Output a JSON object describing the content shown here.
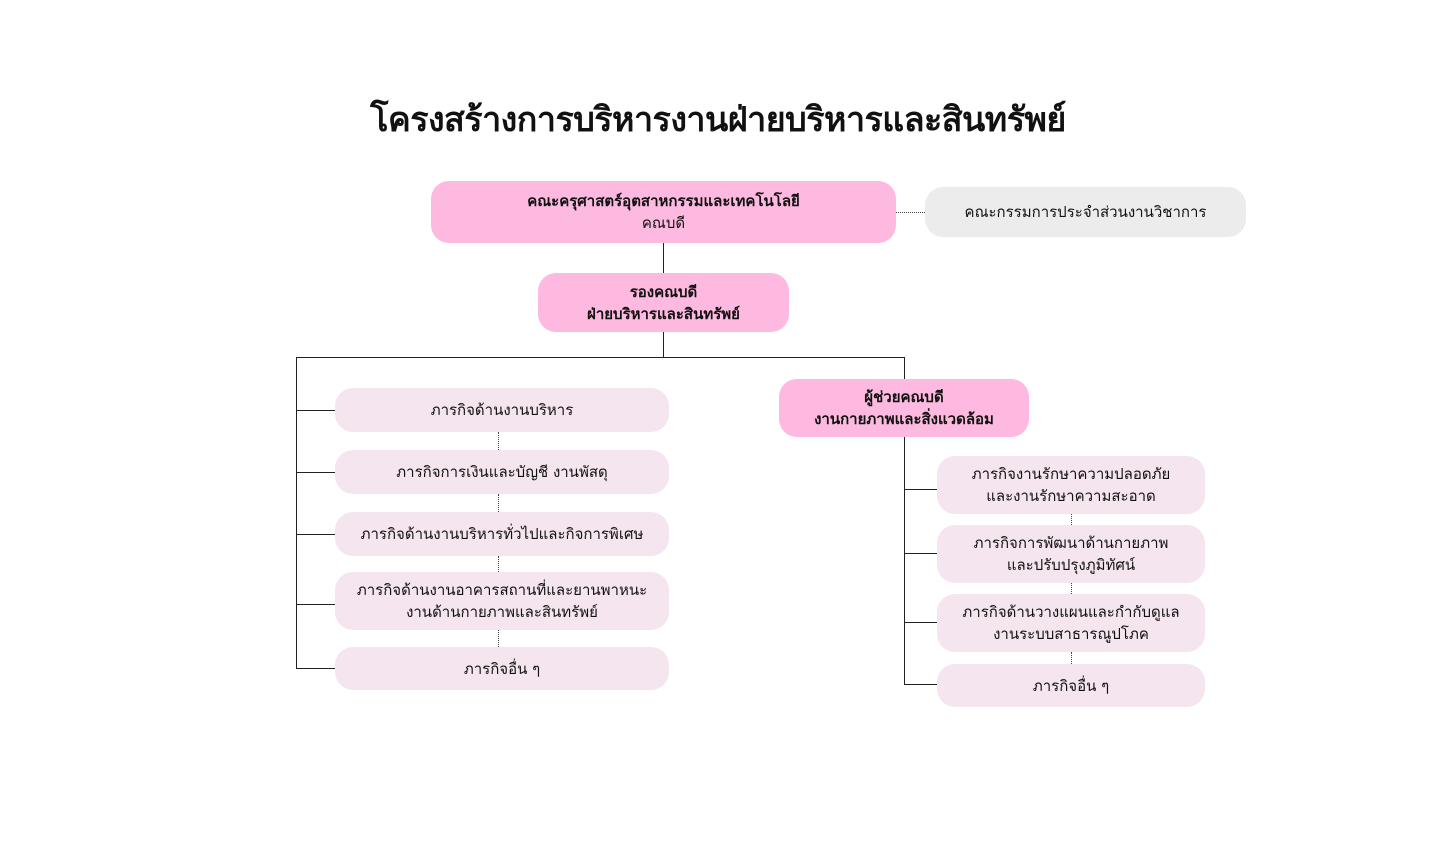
{
  "title": "โครงสร้างการบริหารงานฝ่ายบริหารและสินทรัพย์",
  "dean": {
    "line1": "คณะครุศาสตร์อุตสาหกรรมและเทคโนโลยี",
    "line2": "คณบดี"
  },
  "committee": "คณะกรรมการประจำส่วนงานวิชาการ",
  "vice_dean": {
    "line1": "รองคณบดี",
    "line2": "ฝ่ายบริหารและสินทรัพย์"
  },
  "left_missions": [
    {
      "line1": "ภารกิจด้านงานบริหาร"
    },
    {
      "line1": "ภารกิจการเงินและบัญชี งานพัสดุ"
    },
    {
      "line1": "ภารกิจด้านงานบริหารทั่วไปและกิจการพิเศษ"
    },
    {
      "line1": "ภารกิจด้านงานอาคารสถานที่และยานพาหนะ",
      "line2": "งานด้านกายภาพและสินทรัพย์"
    },
    {
      "line1": "ภารกิจอื่น ๆ"
    }
  ],
  "assistant_dean": {
    "line1": "ผู้ช่วยคณบดี",
    "line2": "งานกายภาพและสิ่งแวดล้อม"
  },
  "right_missions": [
    {
      "line1": "ภารกิจงานรักษาความปลอดภัย",
      "line2": "และงานรักษาความสะอาด"
    },
    {
      "line1": "ภารกิจการพัฒนาด้านกายภาพ",
      "line2": "และปรับปรุงภูมิทัศน์"
    },
    {
      "line1": "ภารกิจด้านวางแผนและกำกับดูแล",
      "line2": "งานระบบสาธารณูปโภค"
    },
    {
      "line1": "ภารกิจอื่น ๆ"
    }
  ],
  "colors": {
    "primary_box": "#fdb9df",
    "secondary_box": "#f4e5ee",
    "committee_box": "#ececec"
  }
}
